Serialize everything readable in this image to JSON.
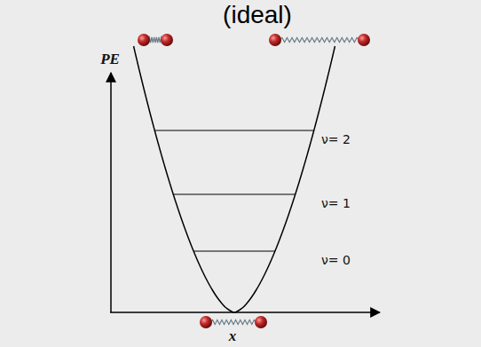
{
  "diagram": {
    "title": "(ideal)",
    "labels": [
      "PE",
      "ν= 2",
      "ν= 1",
      "ν= 0",
      "x"
    ]
  }
}
